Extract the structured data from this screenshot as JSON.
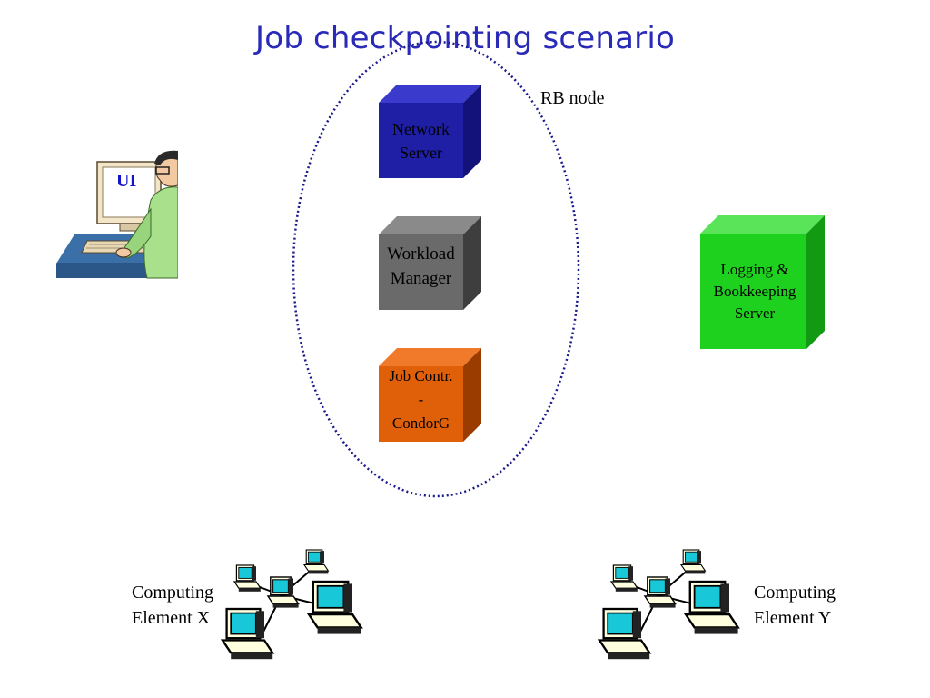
{
  "title": "Job checkpointing scenario",
  "rb_node_label": "RB node",
  "ui_label": "UI",
  "components": {
    "network_server": {
      "line1": "Network",
      "line2": "Server",
      "color": "#1f1fa6"
    },
    "workload_manager": {
      "line1": "Workload",
      "line2": "Manager",
      "color": "#6a6a6a"
    },
    "job_controller": {
      "line1": "Job Contr.",
      "line2": "-",
      "line3": "CondorG",
      "color": "#e0600a"
    },
    "logging_server": {
      "line1": "Logging &",
      "line2": "Bookkeeping",
      "line3": "Server",
      "color": "#1ed11e"
    }
  },
  "computing_element_x": {
    "line1": "Computing",
    "line2": "Element X"
  },
  "computing_element_y": {
    "line1": "Computing",
    "line2": "Element Y"
  }
}
